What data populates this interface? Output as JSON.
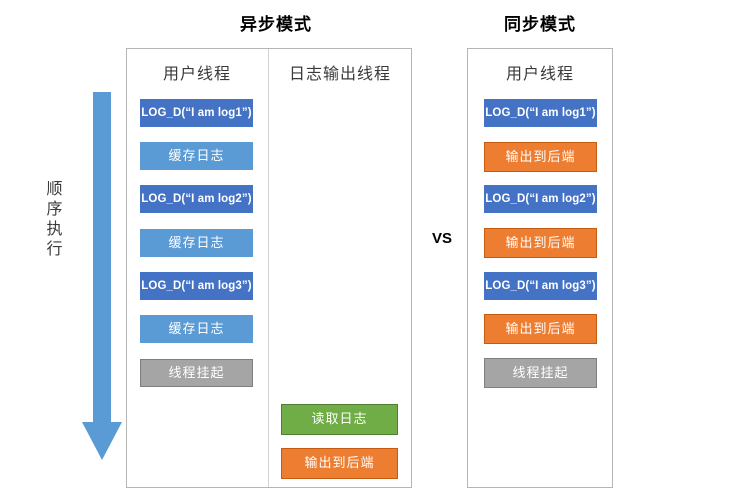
{
  "diagram": {
    "async_title": "异步模式",
    "sync_title": "同步模式",
    "versus_label": "VS",
    "sequential": {
      "label_chars": [
        "顺",
        "序",
        "执",
        "行"
      ],
      "arrow_direction": "down",
      "arrow_color": "#5B9BD5"
    },
    "colors": {
      "dark_blue": "#4472C4",
      "light_blue": "#5B9BD5",
      "gray": "#A5A5A5",
      "gray_border": "#7F7F7F",
      "orange": "#ED7D31",
      "orange_border": "#C55A11",
      "green": "#70AD47",
      "green_border": "#507E32",
      "panel_border": "#B5B5B5",
      "divider": "#D3D3D3"
    },
    "async_panel": {
      "columns": [
        {
          "heading": "用户线程",
          "steps": [
            {
              "label": "LOG_D(“I am log1”)",
              "style": "dark_blue",
              "kind": "code"
            },
            {
              "label": "缓存日志",
              "style": "light_blue",
              "kind": "cn"
            },
            {
              "label": "LOG_D(“I am log2”)",
              "style": "dark_blue",
              "kind": "code"
            },
            {
              "label": "缓存日志",
              "style": "light_blue",
              "kind": "cn"
            },
            {
              "label": "LOG_D(“I am log3”)",
              "style": "dark_blue",
              "kind": "code"
            },
            {
              "label": "缓存日志",
              "style": "light_blue",
              "kind": "cn"
            },
            {
              "label": "线程挂起",
              "style": "gray",
              "kind": "cn"
            }
          ]
        },
        {
          "heading": "日志输出线程",
          "steps": [
            {
              "label": "读取日志",
              "style": "green",
              "kind": "cn"
            },
            {
              "label": "输出到后端",
              "style": "orange",
              "kind": "cn"
            }
          ]
        }
      ]
    },
    "sync_panel": {
      "columns": [
        {
          "heading": "用户线程",
          "steps": [
            {
              "label": "LOG_D(“I am log1”)",
              "style": "dark_blue",
              "kind": "code"
            },
            {
              "label": "输出到后端",
              "style": "orange",
              "kind": "cn"
            },
            {
              "label": "LOG_D(“I am log2”)",
              "style": "dark_blue",
              "kind": "code"
            },
            {
              "label": "输出到后端",
              "style": "orange",
              "kind": "cn"
            },
            {
              "label": "LOG_D(“I am log3”)",
              "style": "dark_blue",
              "kind": "code"
            },
            {
              "label": "输出到后端",
              "style": "orange",
              "kind": "cn"
            },
            {
              "label": "线程挂起",
              "style": "gray",
              "kind": "cn"
            }
          ]
        }
      ]
    }
  }
}
